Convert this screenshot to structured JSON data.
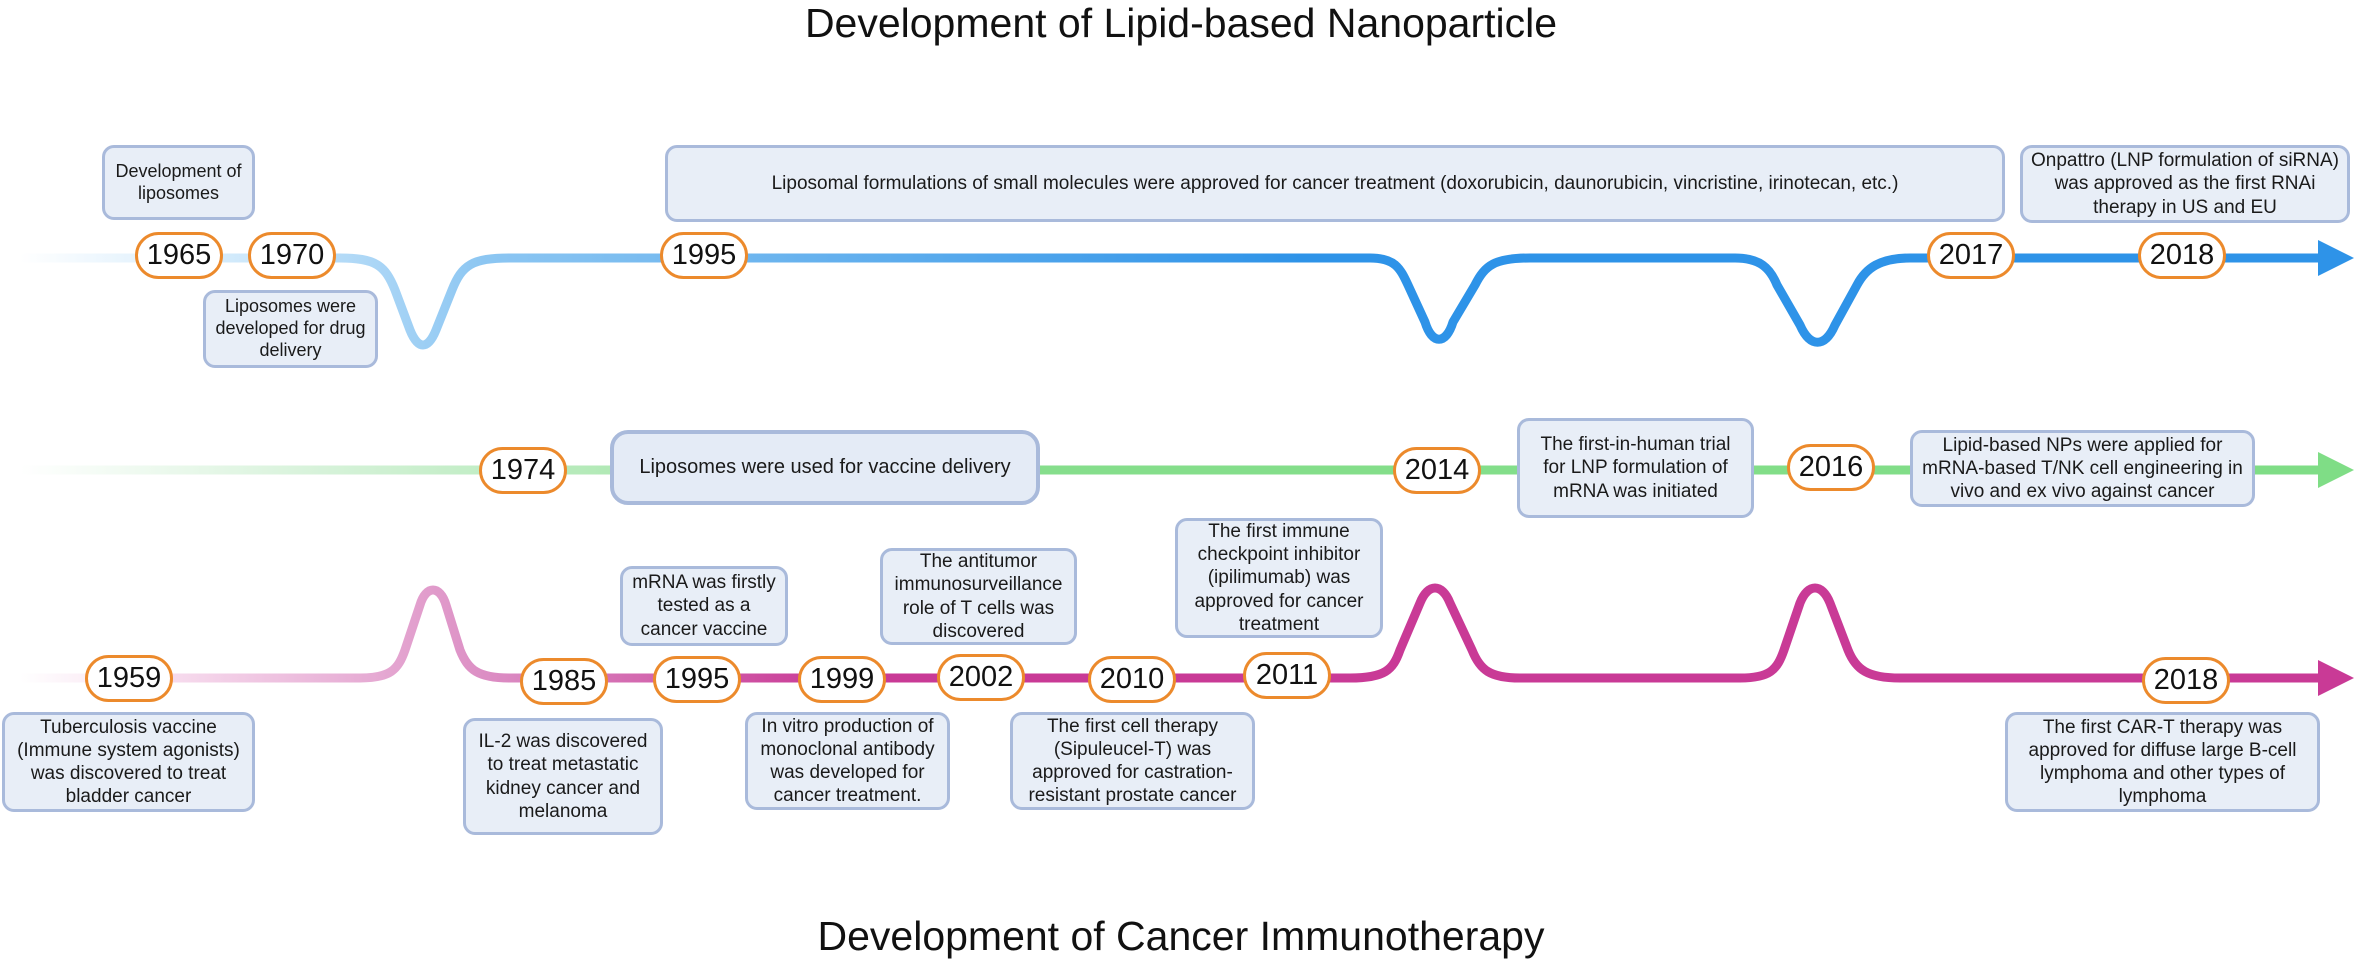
{
  "titles": {
    "top": "Development of Lipid-based Nanoparticle",
    "bottom": "Development of Cancer Immunotherapy"
  },
  "colors": {
    "lnp_track": "#2e93e8",
    "lnp_track_light": "#a9d6f7",
    "vaccine_track": "#7fdd86",
    "vaccine_track_light": "#d9f3dc",
    "immuno_track": "#c93a96",
    "immuno_track_light": "#f1c6e3",
    "year_border": "#ec8a2c",
    "box_fill": "#e8eef7",
    "box_border": "#a9badb"
  },
  "tracks": [
    {
      "name": "lipid-nanoparticle-track",
      "years": [
        "1965",
        "1970",
        "1995",
        "2017",
        "2018"
      ],
      "events": [
        "Development of liposomes",
        "Liposomes were developed for drug delivery",
        "Liposomal formulations of small molecules were approved for cancer treatment (doxorubicin, daunorubicin, vincristine, irinotecan, etc.)",
        "Onpattro (LNP formulation of siRNA) was approved as the first RNAi therapy in US and EU"
      ]
    },
    {
      "name": "vaccine-delivery-track",
      "years": [
        "1974",
        "2014",
        "2016"
      ],
      "events": [
        "Liposomes were used for vaccine delivery",
        "The first-in-human trial for LNP formulation of mRNA was initiated",
        "Lipid-based NPs were applied for mRNA-based T/NK cell engineering in vivo and ex vivo against cancer"
      ]
    },
    {
      "name": "cancer-immunotherapy-track",
      "years": [
        "1959",
        "1985",
        "1995",
        "1999",
        "2002",
        "2010",
        "2011",
        "2018"
      ],
      "events": [
        "Tuberculosis vaccine (Immune system agonists) was discovered to treat bladder cancer",
        "IL-2 was discovered to treat metastatic kidney cancer and melanoma",
        "mRNA was firstly tested as a cancer vaccine",
        "In vitro production of monoclonal antibody was developed for cancer treatment.",
        "The antitumor immunosurveillance role of T cells was discovered",
        "The first cell therapy (Sipuleucel-T) was approved for castration-resistant prostate cancer",
        "The first immune checkpoint inhibitor (ipilimumab) was approved for cancer treatment",
        "The first CAR-T therapy was approved for diffuse large B-cell lymphoma and other types of lymphoma"
      ]
    }
  ]
}
